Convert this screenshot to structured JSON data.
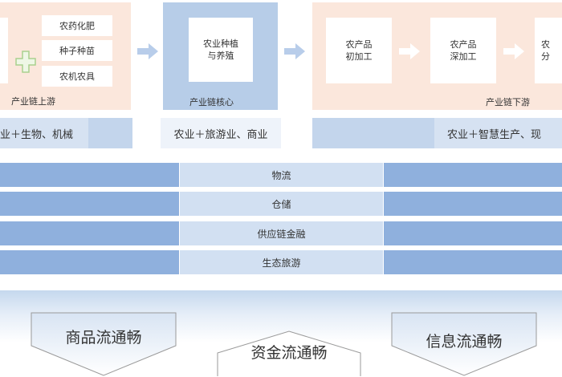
{
  "upstream": {
    "items": [
      "农药化肥",
      "种子种苗",
      "农机农具"
    ],
    "caption": "产业链上游",
    "strip_text": "业＋生物、机械"
  },
  "core": {
    "box_text": "农业种植\n与养殖",
    "caption": "产业链核心",
    "strip_text": "农业＋旅游业、商业"
  },
  "downstream": {
    "boxes": [
      "农产品\n初加工",
      "农产品\n深加工",
      "农\n分"
    ],
    "caption": "产业链下游",
    "strip_text": "农业＋智慧生产、现"
  },
  "bands": [
    "物流",
    "仓储",
    "供应链金融",
    "生态旅游"
  ],
  "flows": [
    "商品流通畅",
    "资金流通畅",
    "信息流通畅"
  ],
  "colors": {
    "peach": "#fbe7dc",
    "core_blue": "#b7cde8",
    "band_dark": "#8fb0dd",
    "band_light": "#d2e0f2",
    "arrow": "#b8cdea",
    "plus": "#a9d18e"
  },
  "icons": [
    "plus-icon",
    "arrow-right-icon"
  ]
}
